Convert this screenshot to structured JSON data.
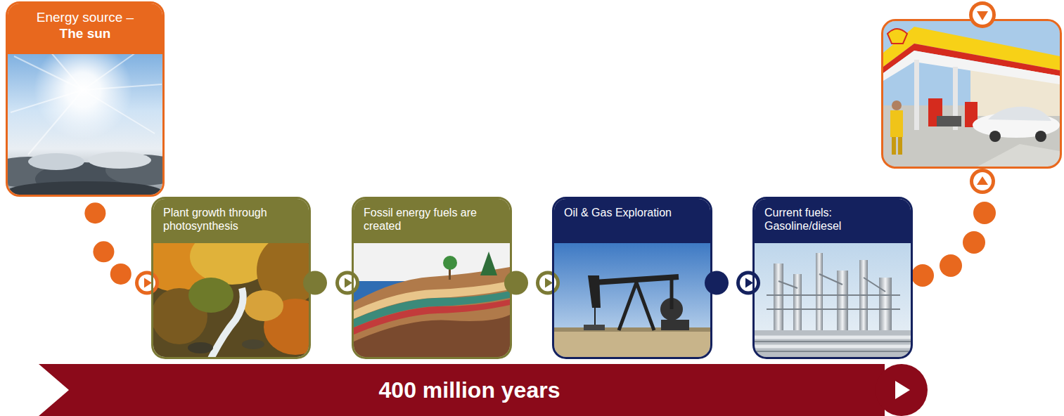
{
  "diagram": {
    "nodes": [
      {
        "text": [
          "Energy source –",
          "The sun"
        ]
      },
      {
        "text": [
          "Plant growth through photosynthesis"
        ]
      },
      {
        "text": [
          "Fossil energy fuels are created"
        ]
      },
      {
        "text": [
          "Oil & Gas Exploration"
        ]
      },
      {
        "text": [
          "Current fuels: Gasoline/diesel"
        ]
      },
      {
        "text": [
          "400 million years"
        ]
      }
    ],
    "edges": [
      {
        "from": 0,
        "to": 1,
        "arrow": "to"
      },
      {
        "from": 1,
        "to": 2,
        "arrow": "to"
      },
      {
        "from": 2,
        "to": 3,
        "arrow": "to"
      },
      {
        "from": 3,
        "to": 4,
        "arrow": "to"
      }
    ]
  }
}
